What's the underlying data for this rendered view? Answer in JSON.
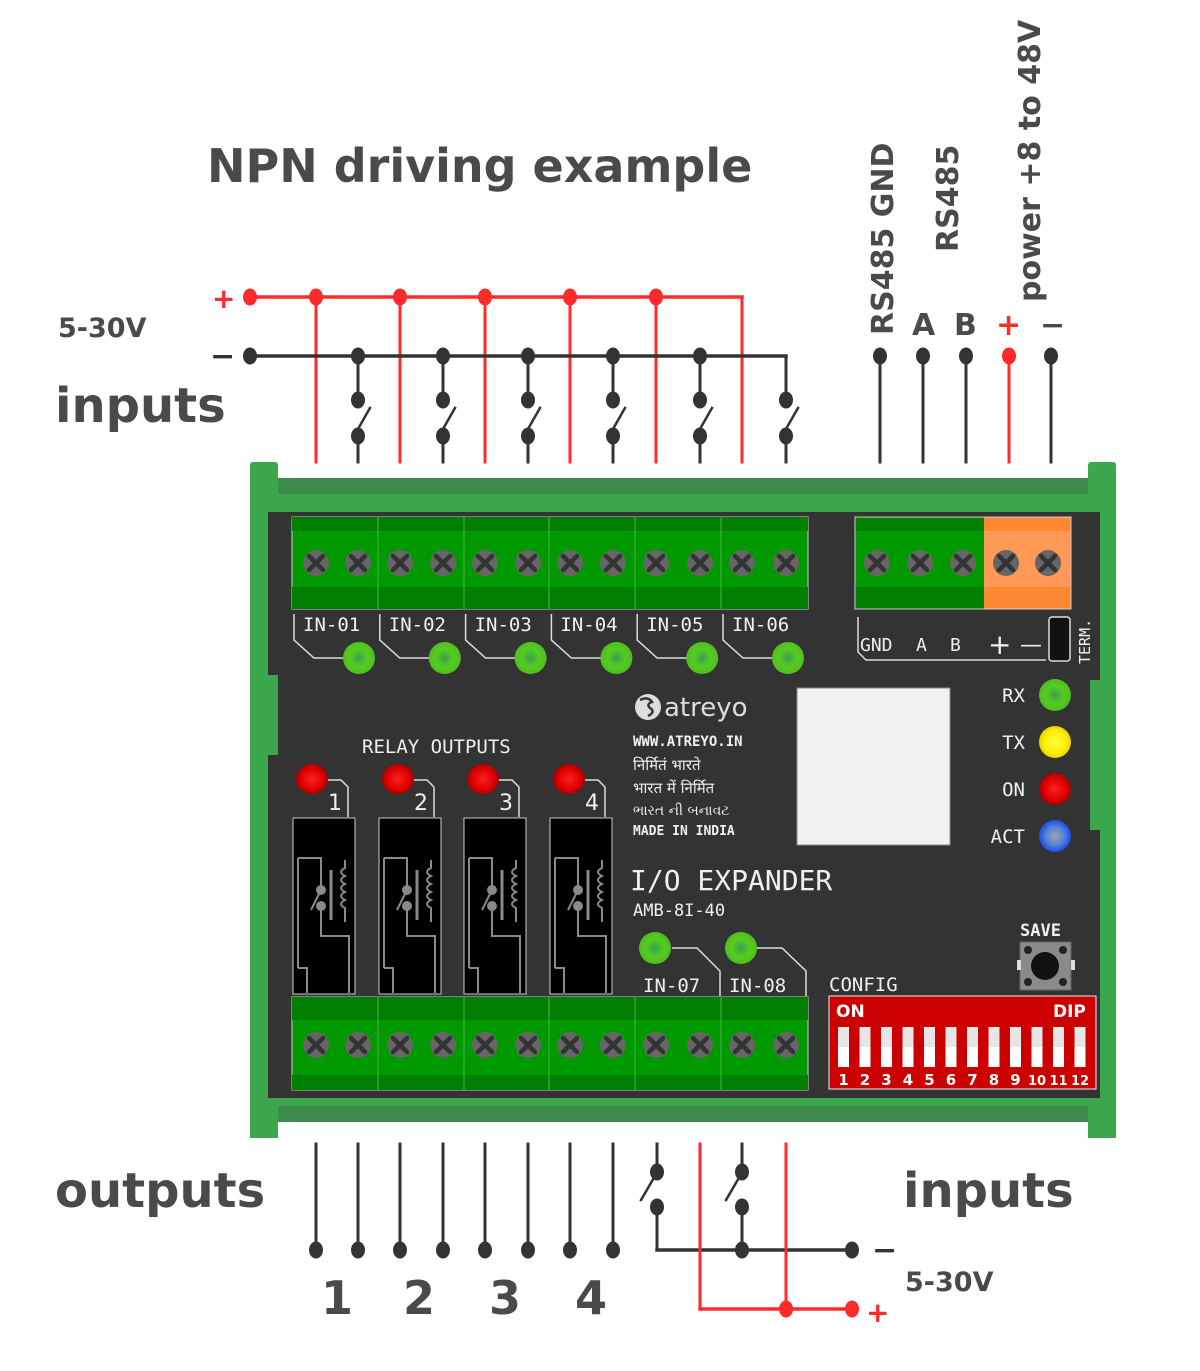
{
  "title": "NPN driving example",
  "colors": {
    "wire_positive": "#ff2a2a",
    "wire_negative": "#333333",
    "label_text": "#4a4a4a",
    "enclosure_green": "#3ba64b",
    "enclosure_dark_green": "#3a8a4a",
    "pcb": "#333333",
    "terminal_green": "#009900",
    "terminal_orange": "#ff9955",
    "screw": "#666666",
    "led_green": "#55cc22",
    "led_yellow": "#ffee00",
    "led_red": "#ee0000",
    "led_blue": "#2255ee",
    "dip_red": "#cc0000"
  },
  "top_left": {
    "supply_label": "5-30V",
    "plus_sign": "+",
    "minus_sign": "−",
    "group_label": "inputs"
  },
  "top_right": {
    "rs485_gnd_label": "RS485 GND",
    "rs485_label": "RS485",
    "power_label": "power +8 to 48V",
    "pins": [
      "A",
      "B",
      "+",
      "−"
    ]
  },
  "bottom": {
    "outputs_label": "outputs",
    "inputs_label": "inputs",
    "supply_label": "5-30V",
    "minus_sign": "−",
    "plus_sign": "+",
    "output_numbers": [
      "1",
      "2",
      "3",
      "4"
    ]
  },
  "board": {
    "input_labels_top": [
      "IN-01",
      "IN-02",
      "IN-03",
      "IN-04",
      "IN-05",
      "IN-06"
    ],
    "input_labels_bottom": [
      "IN-07",
      "IN-08"
    ],
    "rs485_terminal_labels": [
      "GND",
      "A",
      "B",
      "+",
      "—"
    ],
    "term_label": "TERM.",
    "relay_heading": "RELAY OUTPUTS",
    "relay_numbers": [
      "1",
      "2",
      "3",
      "4"
    ],
    "brand": "atreyo",
    "website": "WWW.ATREYO.IN",
    "tagline_sanskrit": "निर्मितं भारते",
    "tagline_hindi": "भारत में निर्मित",
    "tagline_gujarati": "ભારત ની બનાવટ",
    "made_in": "MADE IN INDIA",
    "product_name": "I/O EXPANDER",
    "model": "AMB-8I-40",
    "status_leds": [
      {
        "label": "RX",
        "color": "green"
      },
      {
        "label": "TX",
        "color": "yellow"
      },
      {
        "label": "ON",
        "color": "red"
      },
      {
        "label": "ACT",
        "color": "blue"
      }
    ],
    "save_label": "SAVE",
    "config_label": "CONFIG",
    "dip": {
      "on_label": "ON",
      "dip_label": "DIP",
      "switch_numbers": [
        "1",
        "2",
        "3",
        "4",
        "5",
        "6",
        "7",
        "8",
        "9",
        "10",
        "11",
        "12"
      ],
      "switch_positions": [
        "off",
        "off",
        "off",
        "off",
        "off",
        "off",
        "off",
        "off",
        "off",
        "off",
        "off",
        "off"
      ]
    }
  }
}
